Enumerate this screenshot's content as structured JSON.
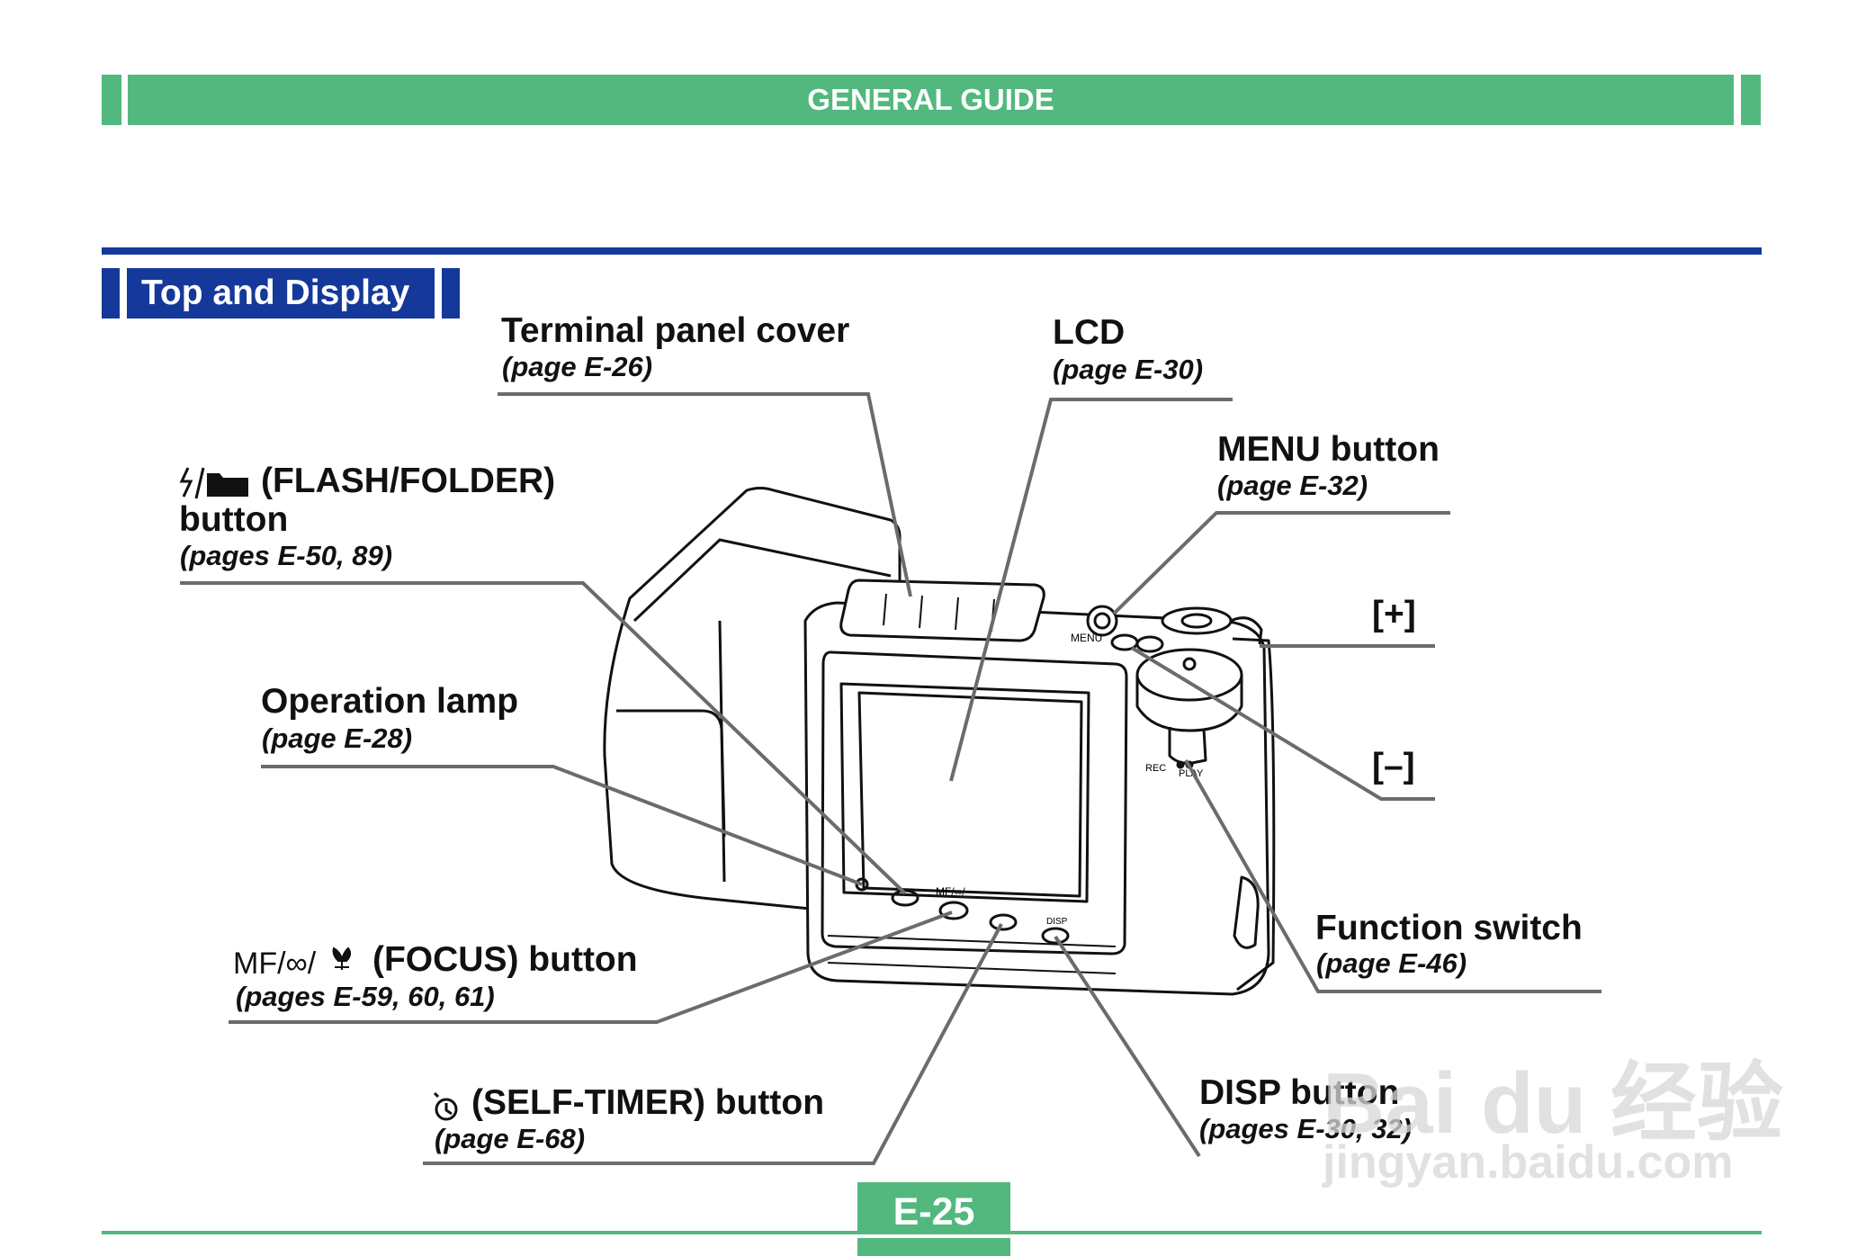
{
  "header": {
    "title": "GENERAL GUIDE"
  },
  "section": {
    "title": "Top and Display"
  },
  "labels": {
    "terminal": {
      "name": "Terminal panel cover",
      "ref": "(page E-26)"
    },
    "lcd": {
      "name": "LCD",
      "ref": "(page E-30)"
    },
    "menu": {
      "name": "MENU button",
      "ref": "(page E-32)"
    },
    "flash": {
      "name": "(FLASH/FOLDER)",
      "name2": "button",
      "ref": "(pages E-50, 89)"
    },
    "plus": {
      "name": "[+]"
    },
    "lamp": {
      "name": "Operation lamp",
      "ref": "(page E-28)"
    },
    "minus": {
      "name": "[–]"
    },
    "function": {
      "name": "Function switch",
      "ref": "(page E-46)"
    },
    "focus": {
      "prefix": "MF/∞/",
      "name": "(FOCUS) button",
      "ref": "(pages E-59, 60, 61)"
    },
    "selftimer": {
      "name": "(SELF-TIMER) button",
      "ref": "(page E-68)"
    },
    "disp": {
      "name": "DISP button",
      "ref": "(pages E-30, 32)"
    }
  },
  "camera": {
    "menu_text": "MENU",
    "rec_text": "REC",
    "play_text": "PLAY",
    "mf_text": "MF/∞/",
    "disp_text": "DISP"
  },
  "footer": {
    "page": "E-25"
  },
  "watermark": {
    "brand": "Bai du 经验",
    "url": "jingyan.baidu.com"
  },
  "colors": {
    "green": "#52b87e",
    "blue": "#14399a",
    "leader": "#6b6b6b"
  }
}
